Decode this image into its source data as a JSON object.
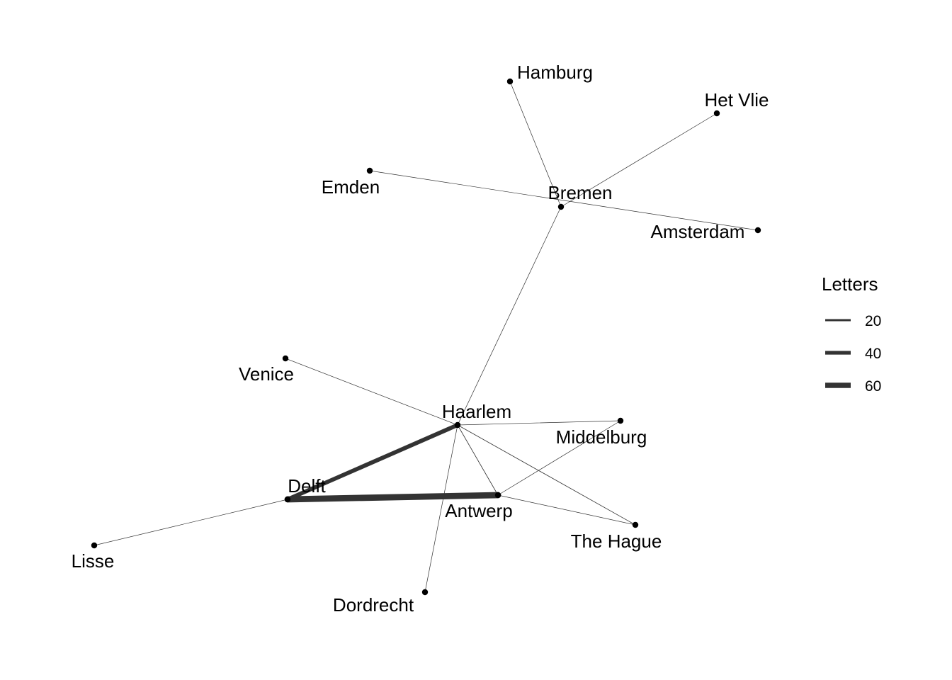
{
  "network": {
    "nodes": [
      {
        "id": "hamburg",
        "label": "Hamburg"
      },
      {
        "id": "het_vlie",
        "label": "Het Vlie"
      },
      {
        "id": "emden",
        "label": "Emden"
      },
      {
        "id": "bremen",
        "label": "Bremen"
      },
      {
        "id": "amsterdam",
        "label": "Amsterdam"
      },
      {
        "id": "venice",
        "label": "Venice"
      },
      {
        "id": "haarlem",
        "label": "Haarlem"
      },
      {
        "id": "middelburg",
        "label": "Middelburg"
      },
      {
        "id": "delft",
        "label": "Delft"
      },
      {
        "id": "antwerp",
        "label": "Antwerp"
      },
      {
        "id": "the_hague",
        "label": "The Hague"
      },
      {
        "id": "lisse",
        "label": "Lisse"
      },
      {
        "id": "dordrecht",
        "label": "Dordrecht"
      }
    ],
    "edges": [
      {
        "source": "hamburg",
        "target": "bremen",
        "letters": 1
      },
      {
        "source": "het_vlie",
        "target": "bremen",
        "letters": 1
      },
      {
        "source": "emden",
        "target": "amsterdam",
        "letters": 1
      },
      {
        "source": "bremen",
        "target": "haarlem",
        "letters": 1
      },
      {
        "source": "venice",
        "target": "haarlem",
        "letters": 1
      },
      {
        "source": "haarlem",
        "target": "middelburg",
        "letters": 1
      },
      {
        "source": "haarlem",
        "target": "delft",
        "letters": 45
      },
      {
        "source": "haarlem",
        "target": "antwerp",
        "letters": 2
      },
      {
        "source": "haarlem",
        "target": "the_hague",
        "letters": 2
      },
      {
        "source": "haarlem",
        "target": "dordrecht",
        "letters": 1
      },
      {
        "source": "delft",
        "target": "antwerp",
        "letters": 70
      },
      {
        "source": "delft",
        "target": "lisse",
        "letters": 1
      },
      {
        "source": "antwerp",
        "target": "middelburg",
        "letters": 1
      },
      {
        "source": "antwerp",
        "target": "the_hague",
        "letters": 1
      }
    ],
    "edge_color": "#333333",
    "node_color": "#000000"
  },
  "legend": {
    "title": "Letters",
    "items": [
      {
        "label": "20",
        "value": 20
      },
      {
        "label": "40",
        "value": 40
      },
      {
        "label": "60",
        "value": 60
      }
    ]
  }
}
